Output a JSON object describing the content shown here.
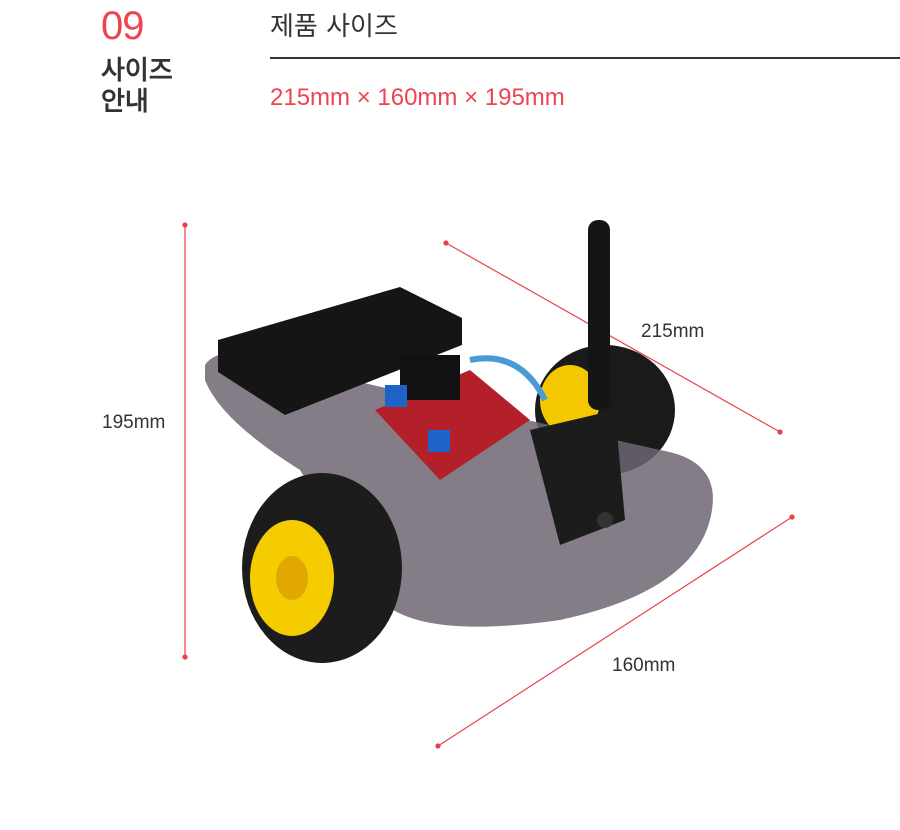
{
  "section": {
    "number": "09",
    "label_line1": "사이즈",
    "label_line2": "안내"
  },
  "header": {
    "title": "제품 사이즈",
    "size_summary": "215mm × 160mm × 195mm"
  },
  "dimensions": {
    "height": "195mm",
    "length": "215mm",
    "width": "160mm"
  },
  "colors": {
    "accent": "#ee4450",
    "text": "#333333"
  }
}
